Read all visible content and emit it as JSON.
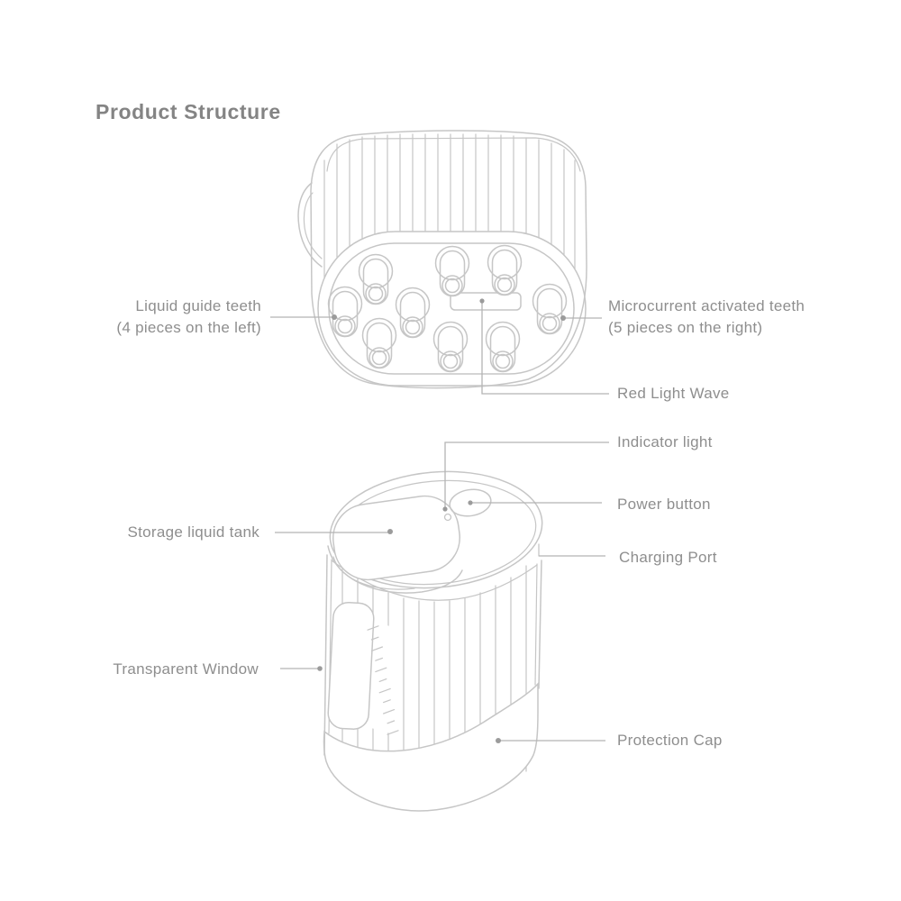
{
  "page": {
    "title": "Product Structure"
  },
  "colors": {
    "background": "#ffffff",
    "line_art": "#c6c6c6",
    "leader_line": "#b4b4b4",
    "leader_dot": "#9b9b9b",
    "label_text": "#8e8e8e",
    "title_text": "#848484"
  },
  "labels": {
    "liquid_guide_teeth": {
      "line1": "Liquid guide teeth",
      "line2": "(4 pieces on the left)"
    },
    "microcurrent_teeth": {
      "line1": "Microcurrent activated teeth",
      "line2": "(5 pieces on the right)"
    },
    "red_light_wave": "Red Light Wave",
    "indicator_light": "Indicator light",
    "power_button": "Power button",
    "charging_port": "Charging Port",
    "storage_liquid_tank": "Storage liquid tank",
    "transparent_window": "Transparent Window",
    "protection_cap": "Protection Cap"
  }
}
